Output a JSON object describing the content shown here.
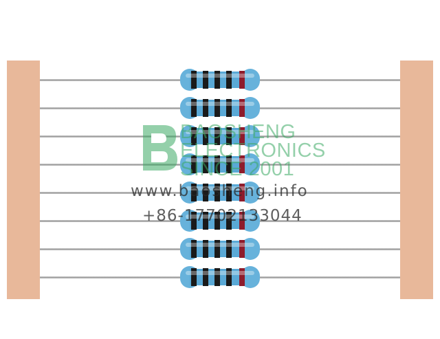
{
  "colors": {
    "tape": "#e8b89a",
    "body_blue": "#5aa9d6",
    "band_black": "#1a1a1a",
    "band_red": "#8e1c2c",
    "watermark_green": "#3caa64"
  },
  "resistor_count": 8,
  "bands": [
    "black",
    "black",
    "black",
    "black",
    "red"
  ],
  "watermark": {
    "logo_icon": "baosheng-b-logo",
    "line1": "BAOSHENG",
    "line2": "ELECTRONICS",
    "line3": "SINCE 2001",
    "website": "www.baosheng.info",
    "phone": "+86-17702133044"
  }
}
